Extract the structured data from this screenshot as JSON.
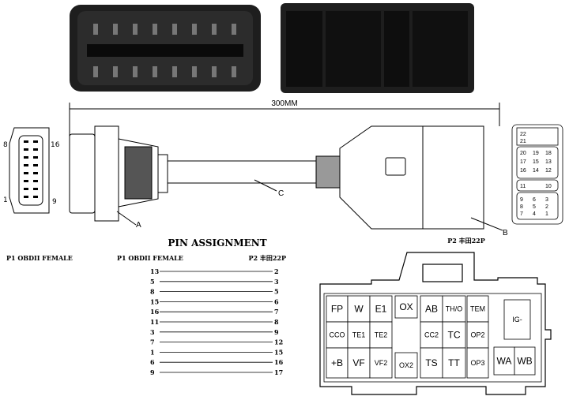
{
  "dimension": "300MM",
  "callouts": {
    "a": "A",
    "b": "B",
    "c": "C"
  },
  "obd_side_pins": {
    "top_left": "8",
    "top_right": "16",
    "bottom_left": "1",
    "bottom_right": "9"
  },
  "p2_face_pins": [
    "22",
    "21",
    "20",
    "19",
    "18",
    "17",
    "15",
    "13",
    "16",
    "14",
    "12",
    "11",
    "10",
    "9",
    "6",
    "3",
    "8",
    "5",
    "2",
    "7",
    "4",
    "1"
  ],
  "pin_assignment": {
    "title": "PIN ASSIGNMENT",
    "left_label": "P1 OBDII FEMALE",
    "table_left_label": "P1 OBDII FEMALE",
    "table_right_label": "P2 丰田22P",
    "rows": [
      {
        "p1": "13",
        "p2": "2"
      },
      {
        "p1": "5",
        "p2": "3"
      },
      {
        "p1": "8",
        "p2": "5"
      },
      {
        "p1": "15",
        "p2": "6"
      },
      {
        "p1": "16",
        "p2": "7"
      },
      {
        "p1": "11",
        "p2": "8"
      },
      {
        "p1": "3",
        "p2": "9"
      },
      {
        "p1": "7",
        "p2": "12"
      },
      {
        "p1": "1",
        "p2": "15"
      },
      {
        "p1": "6",
        "p2": "16"
      },
      {
        "p1": "9",
        "p2": "17"
      }
    ]
  },
  "p2_connector": {
    "title": "P2 丰田22P",
    "cells": [
      "FP",
      "W",
      "E1",
      "OX",
      "AB",
      "TH/O",
      "TEM",
      "IG-",
      "CCO",
      "TE1",
      "TE2",
      "CC2",
      "TC",
      "OP2",
      "+B",
      "VF",
      "VF2",
      "OX2",
      "TS",
      "TT",
      "OP3",
      "WA",
      "WB"
    ]
  }
}
